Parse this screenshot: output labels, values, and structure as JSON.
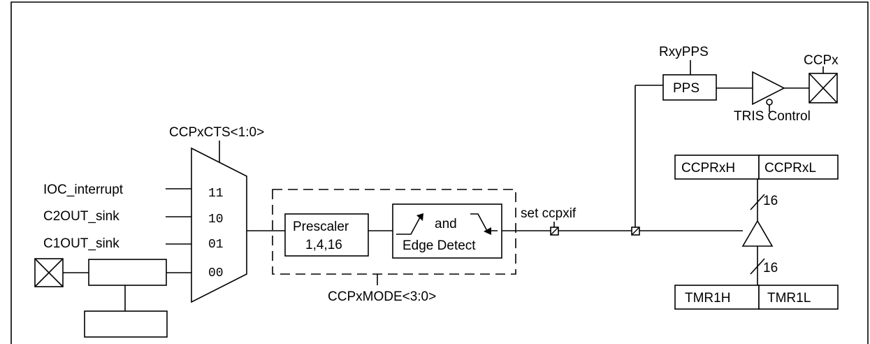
{
  "labels": {
    "rxypps": "RxyPPS",
    "pps": "PPS",
    "ccpx": "CCPx",
    "tris_control": "TRIS Control",
    "ccpxcts": "CCPxCTS<1:0>",
    "ccprxh": "CCPRxH",
    "ccprxl": "CCPRxL",
    "ioc_interrupt": "IOC_interrupt",
    "c2out_sink": "C2OUT_sink",
    "c1out_sink": "C1OUT_sink",
    "mux_11": "11",
    "mux_10": "10",
    "mux_01": "01",
    "mux_00": "00",
    "prescaler_line1": "Prescaler",
    "prescaler_line2": "1,4,16",
    "edge_and": "and",
    "edge_detect": "Edge Detect",
    "set_ccpxif": "set ccpxif",
    "bus_width_top": "16",
    "bus_width_bottom": "16",
    "tmr1h": "TMR1H",
    "tmr1l": "TMR1L",
    "ccpxmode": "CCPxMODE<3:0>"
  },
  "icons": {
    "ccpx_pin": "pin-cross-icon",
    "input_pin": "pin-cross-icon",
    "output_buffer": "tristate-buffer-icon",
    "capture_buffer": "triangle-buffer-icon"
  }
}
